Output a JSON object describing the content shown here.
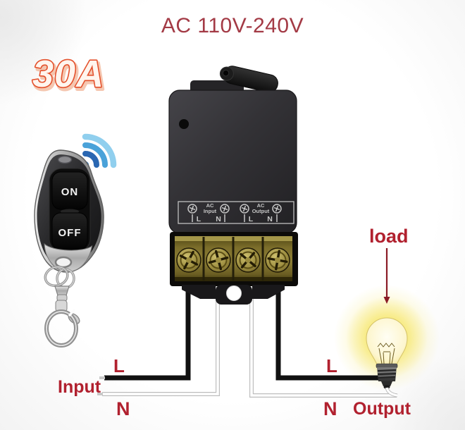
{
  "title": "AC 110V-240V",
  "badge": {
    "label": "30A"
  },
  "remote": {
    "on_label": "ON",
    "off_label": "OFF"
  },
  "module": {
    "input_group": {
      "line1": "AC",
      "line2": "Input",
      "l": "L",
      "n": "N"
    },
    "output_group": {
      "line1": "AC",
      "line2": "Output",
      "l": "L",
      "n": "N"
    }
  },
  "wiring_labels": {
    "input_l": "L",
    "input": "Input",
    "input_n": "N",
    "load": "load",
    "output_l": "L",
    "output_n": "N",
    "output": "Output"
  },
  "icons": {
    "signal": "wifi-signal-icon",
    "keychain": "keychain-clasp-icon",
    "lamp": "light-bulb-icon"
  },
  "colors": {
    "title_red": "#a33a45",
    "label_red": "#b1212f",
    "load_line_red": "#8a1b26",
    "badge_outline_orange": "#e4512c",
    "badge_fill": "#fff5ee",
    "wifi_blue_dot": "#3f85c5",
    "wifi_blue_dark": "#2a67b2",
    "wifi_blue_mid": "#4aa2d9",
    "wifi_blue_light": "#90cfee",
    "bulb_glow_yellow": "#f7e878",
    "terminal_brass": "#8d7f35",
    "wire_black": "#111111",
    "wire_white": "#ffffff"
  }
}
